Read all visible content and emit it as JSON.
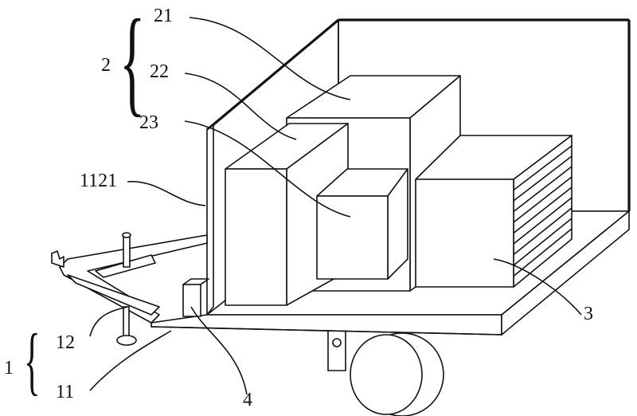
{
  "labels": {
    "group_2": "2",
    "part_21": "21",
    "part_22": "22",
    "part_23": "23",
    "part_1121": "1121",
    "group_1": "1",
    "part_12": "12",
    "part_11": "11",
    "part_4": "4",
    "part_3": "3"
  },
  "colors": {
    "line": "#111111",
    "background": "#ffffff"
  }
}
